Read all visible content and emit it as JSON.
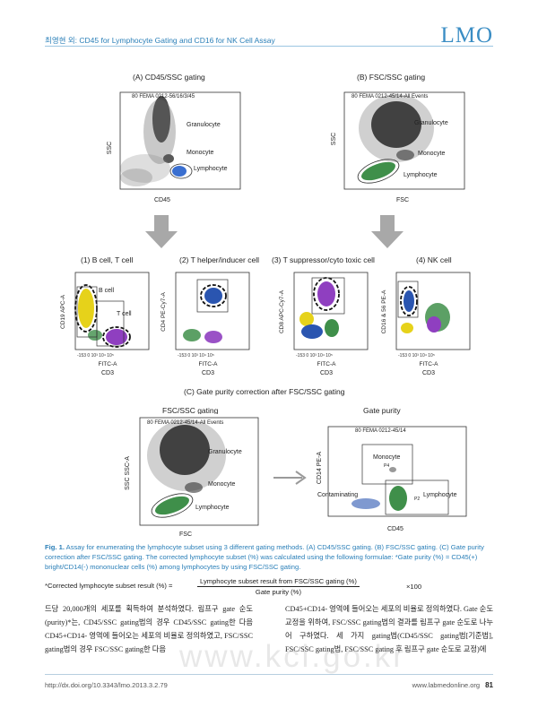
{
  "header": {
    "running_title": "최영현 외: CD45 for Lymphocyte Gating and CD16 for NK Cell Assay",
    "journal_logo": "LMO"
  },
  "figure": {
    "panel_a": {
      "title": "(A) CD45/SSC gating",
      "file_label": "80 FEMA 0212-56/16/3/45",
      "y_axis": "SSC",
      "x_axis": "CD45",
      "gates": [
        "Granulocyte",
        "Monocyte",
        "Lymphocyte"
      ]
    },
    "panel_b": {
      "title": "(B) FSC/SSC gating",
      "file_label": "80 FEMA 0212-45/14-All Events",
      "y_axis": "SSC",
      "x_axis": "FSC",
      "gates": [
        "Granulocyte",
        "Monocyte",
        "Lymphocyte"
      ]
    },
    "subsets": [
      {
        "title": "(1) B cell, T cell",
        "y_axis": "CD19\nAPC-A",
        "x_axis": "FITC-A",
        "x_marker": "CD3",
        "gates": [
          "B cell",
          "T cell"
        ]
      },
      {
        "title": "(2) T helper/inducer cell",
        "y_axis": "CD4\nPE-Cy7-A",
        "x_axis": "FITC-A",
        "x_marker": "CD3",
        "gates": []
      },
      {
        "title": "(3) T suppressor/cyto toxic cell",
        "y_axis": "CD8\nAPC-Cy7-A",
        "x_axis": "FITC-A",
        "x_marker": "CD3",
        "gates": []
      },
      {
        "title": "(4) NK cell",
        "y_axis": "CD16 & 56\nPE-A",
        "x_axis": "FITC-A",
        "x_marker": "CD3",
        "gates": []
      }
    ],
    "panel_c": {
      "title": "(C) Gate purity correction after FSC/SSC gating",
      "left": {
        "title": "FSC/SSC gating",
        "file_label": "80 FEMA 0212-45/14-All Events",
        "y_axis": "SSC\nSSC-A",
        "x_axis": "FSC",
        "gates": [
          "Granulocyte",
          "Monocyte",
          "Lymphocyte"
        ]
      },
      "right": {
        "title": "Gate purity",
        "file_label": "80 FEMA 0212-45/14",
        "y_axis": "CD14\nPE-A",
        "x_axis": "CD45",
        "gates": [
          "Monocyte",
          "Contaminating",
          "Lymphocyte"
        ],
        "gate_ids": [
          "P4",
          "P2"
        ]
      }
    }
  },
  "caption": {
    "label": "Fig. 1.",
    "text": " Assay for enumerating the lymphocyte subset using 3 different gating methods. (A) CD45/SSC gating. (B) FSC/SSC gating. (C) Gate purity correction after FSC/SSC gating. The corrected lymphocyte subset (%) was calculated using the following formulae: *Gate purity (%) = CD45(+) bright/CD14(-) mononuclear cells (%) among lymphocytes by using FSC/SSC gating.",
    "formula_lhs": "*Corrected lymphocyte subset result (%) =",
    "formula_numerator": "Lymphocyte subset result from FSC/SSC gating (%)",
    "formula_denominator": "Gate purity (%)",
    "formula_multiplier": "×100"
  },
  "body": {
    "left_column": "드당 20,000개의 세포를 획득하여 분석하였다. 림프구 gate 순도(purity)*는, CD45/SSC gating법의 경우 CD45/SSC gating한 다음 CD45+CD14- 영역에 들어오는 세포의 비율로 정의하였고, FSC/SSC gating법의 경우 FSC/SSC gating한 다음",
    "right_column": "CD45+CD14- 영역에 들어오는 세포의 비율로 정의하였다. Gate 순도 교정을 위하여, FSC/SSC gating법의 결과를 림프구 gate 순도로 나누어 구하였다. 세 가지 gating법(CD45/SSC gating법[기준법], FSC/SSC gating법, FSC/SSC gating 후 림프구 gate 순도로 교정)에"
  },
  "watermark": "www.kci.go.kr",
  "footer": {
    "doi": "http://dx.doi.org/10.3343/lmo.2013.3.2.79",
    "site": "www.labmedonline.org",
    "page": "81"
  },
  "colors": {
    "accent": "#2a7fb8",
    "lymphocyte_gate": "#3f8f4a",
    "b_cell": "#e6d21a",
    "t_cell": "#8f3fc0",
    "cd4": "#2a55b0"
  }
}
